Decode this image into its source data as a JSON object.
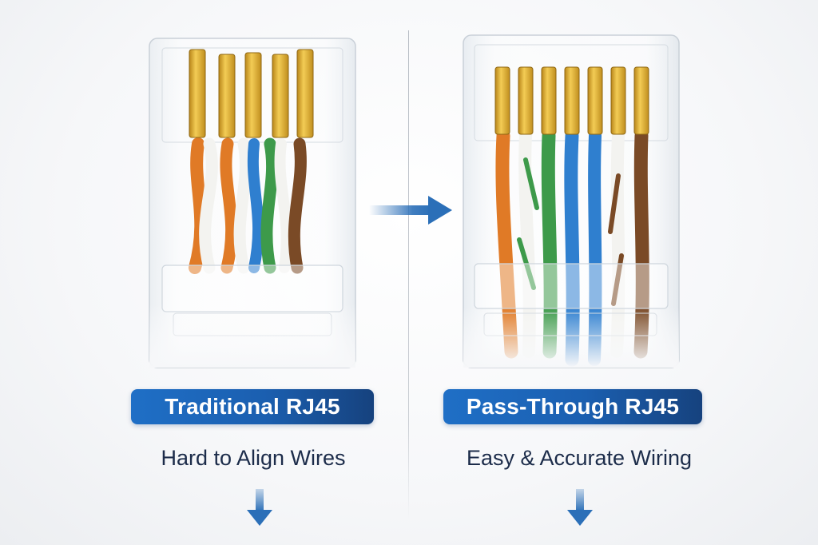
{
  "left": {
    "label": "Traditional RJ45",
    "caption": "Hard to Align Wires"
  },
  "right": {
    "label": "Pass-Through RJ45",
    "caption": "Easy & Accurate Wiring"
  },
  "colors": {
    "badge_start": "#1f6fc6",
    "badge_end": "#16427e",
    "caption_text": "#1c2c4a",
    "arrow": "#2b6fb8",
    "gold_contact": "#d9a72a",
    "wire_orange": "#e07a26",
    "wire_green": "#3d9a4a",
    "wire_blue": "#2f7fcf",
    "wire_brown": "#7a4a26",
    "wire_white": "#f3f3f0"
  },
  "icons": {
    "transition_arrow": "right-arrow-icon",
    "result_arrow": "down-arrow-icon"
  }
}
